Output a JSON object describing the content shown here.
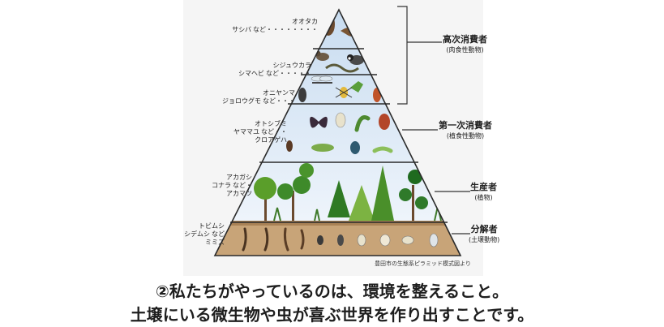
{
  "diagram": {
    "tier_labels": [
      {
        "names": [
          "オオタカ",
          "サシバ"
        ],
        "suffix": "など・・・・・・・・"
      },
      {
        "names": [
          "シジュウカラ",
          "シマヘビ"
        ],
        "suffix": "など・・・・・"
      },
      {
        "names": [
          "オニヤンマ",
          "ジョロウグモ"
        ],
        "suffix": "など・・・"
      },
      {
        "names": [
          "オトシブミ",
          "ヤママユ",
          "クロアゲハ"
        ],
        "suffix": "など・・"
      },
      {
        "names": [
          "アカガシ",
          "コナラ",
          "アカマツ"
        ],
        "suffix": "など・"
      },
      {
        "names": [
          "トビムシ",
          "シデムシ",
          "ミミズ"
        ],
        "suffix": "など"
      }
    ],
    "groups": [
      {
        "name": "高次消費者",
        "sub": "(肉食性動物)"
      },
      {
        "name": "第一次消費者",
        "sub": "(植食性動物)"
      },
      {
        "name": "生産者",
        "sub": "(植物)"
      },
      {
        "name": "分解者",
        "sub": "(土壌動物)"
      }
    ],
    "source": "豊田市の生態系ピラミッド模式図より",
    "colors": {
      "sky_top": "#c8dcf0",
      "sky_bottom": "#eef4fb",
      "soil": "#c8a478",
      "outline": "#2a2a2a",
      "tree": "#3e8a2a",
      "leaf_light": "#7cb342"
    }
  },
  "caption": {
    "line1": "②私たちがやっているのは、環境を整えること。",
    "line2": "土壌にいる微生物や虫が喜ぶ世界を作り出すことです。"
  }
}
